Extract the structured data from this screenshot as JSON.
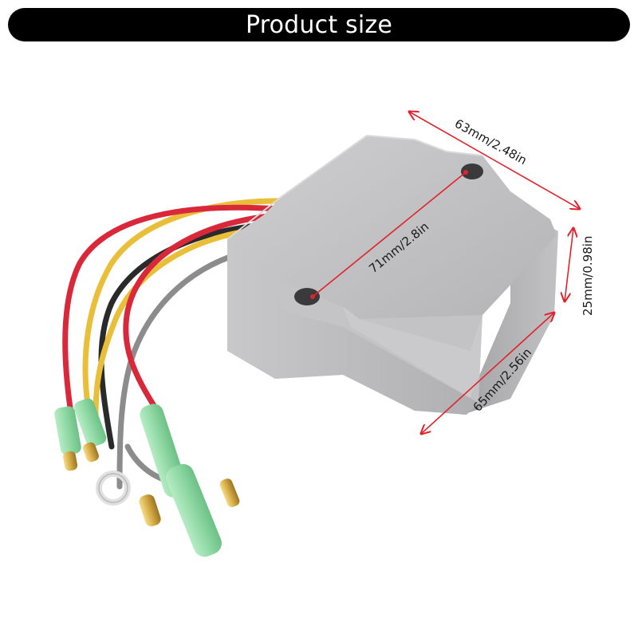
{
  "header": {
    "title": "Product size"
  },
  "dimensions": {
    "top_length": "63mm/2.48in",
    "hole_spacing": "71mm/2.8in",
    "height": "25mm/0.98in",
    "side_length": "65mm/2.56in"
  },
  "colors": {
    "dimension_line": "#e0242c",
    "housing": "#bcbcbe",
    "wire_red": "#d8283a",
    "wire_yellow": "#e9bf3a",
    "wire_black": "#2a2a2a",
    "wire_gray": "#8c8c8c",
    "connector_sleeve": "#8fd8a4",
    "title_bar": "#000000"
  }
}
